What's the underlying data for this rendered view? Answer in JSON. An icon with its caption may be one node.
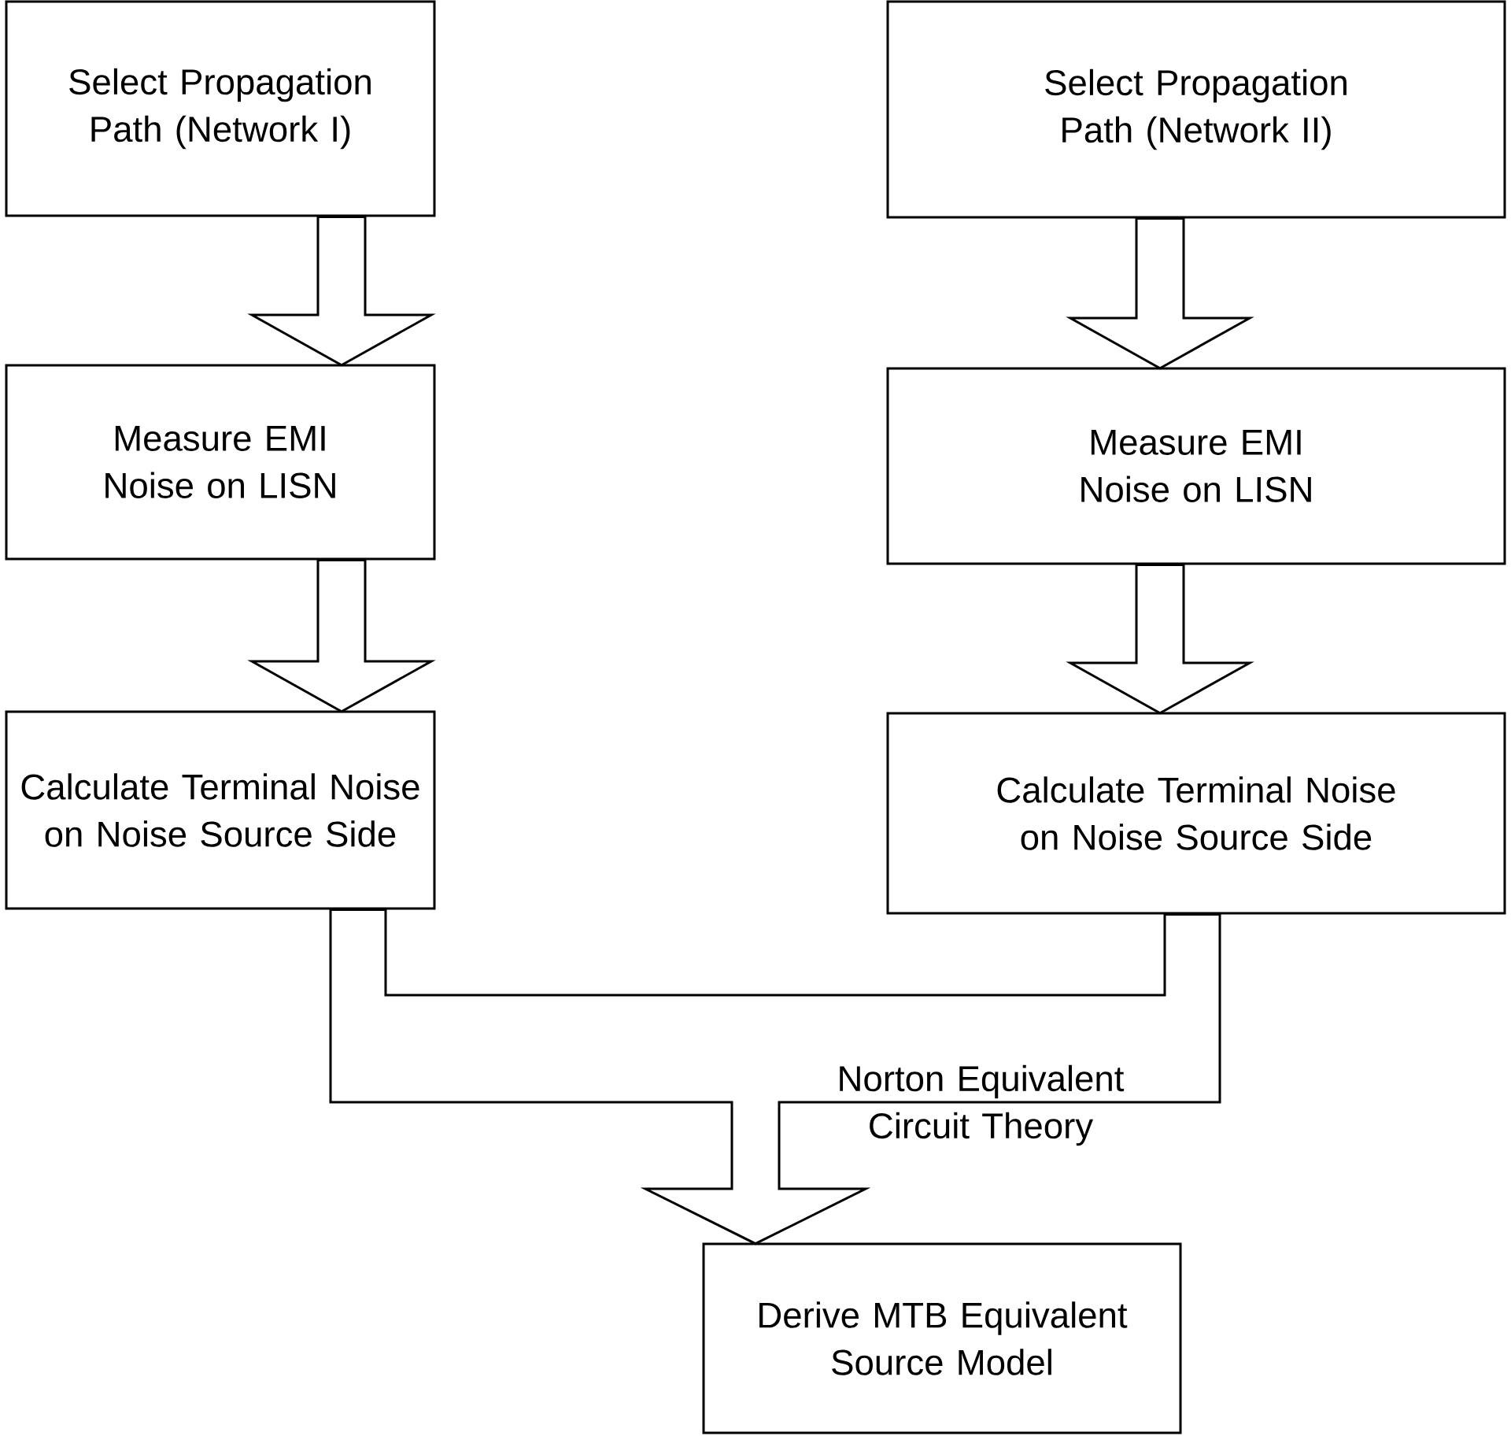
{
  "diagram": {
    "nodes": [
      {
        "text": [
          "Select Propagation Path (Network I)"
        ]
      },
      {
        "text": [
          "Select Propagation Path (Network II)"
        ]
      },
      {
        "text": [
          "Measure EMI Noise on LISN"
        ]
      },
      {
        "text": [
          "Measure EMI Noise on LISN"
        ]
      },
      {
        "text": [
          "Calculate Terminal Noise on Noise Source Side"
        ]
      },
      {
        "text": [
          "Calculate Terminal Noise on Noise Source Side"
        ]
      },
      {
        "text": [
          "Derive MTB Equivalent Source Model"
        ]
      }
    ],
    "edges": [
      {
        "from": 0,
        "to": 2,
        "arrow": "to"
      },
      {
        "from": 2,
        "to": 4,
        "arrow": "to"
      },
      {
        "from": 1,
        "to": 3,
        "arrow": "to"
      },
      {
        "from": 3,
        "to": 5,
        "arrow": "to"
      },
      {
        "from": 4,
        "to": 6,
        "arrow": "to"
      },
      {
        "from": 5,
        "to": 6,
        "arrow": "to",
        "label": "Norton Equivalent Circuit Theory"
      }
    ]
  }
}
